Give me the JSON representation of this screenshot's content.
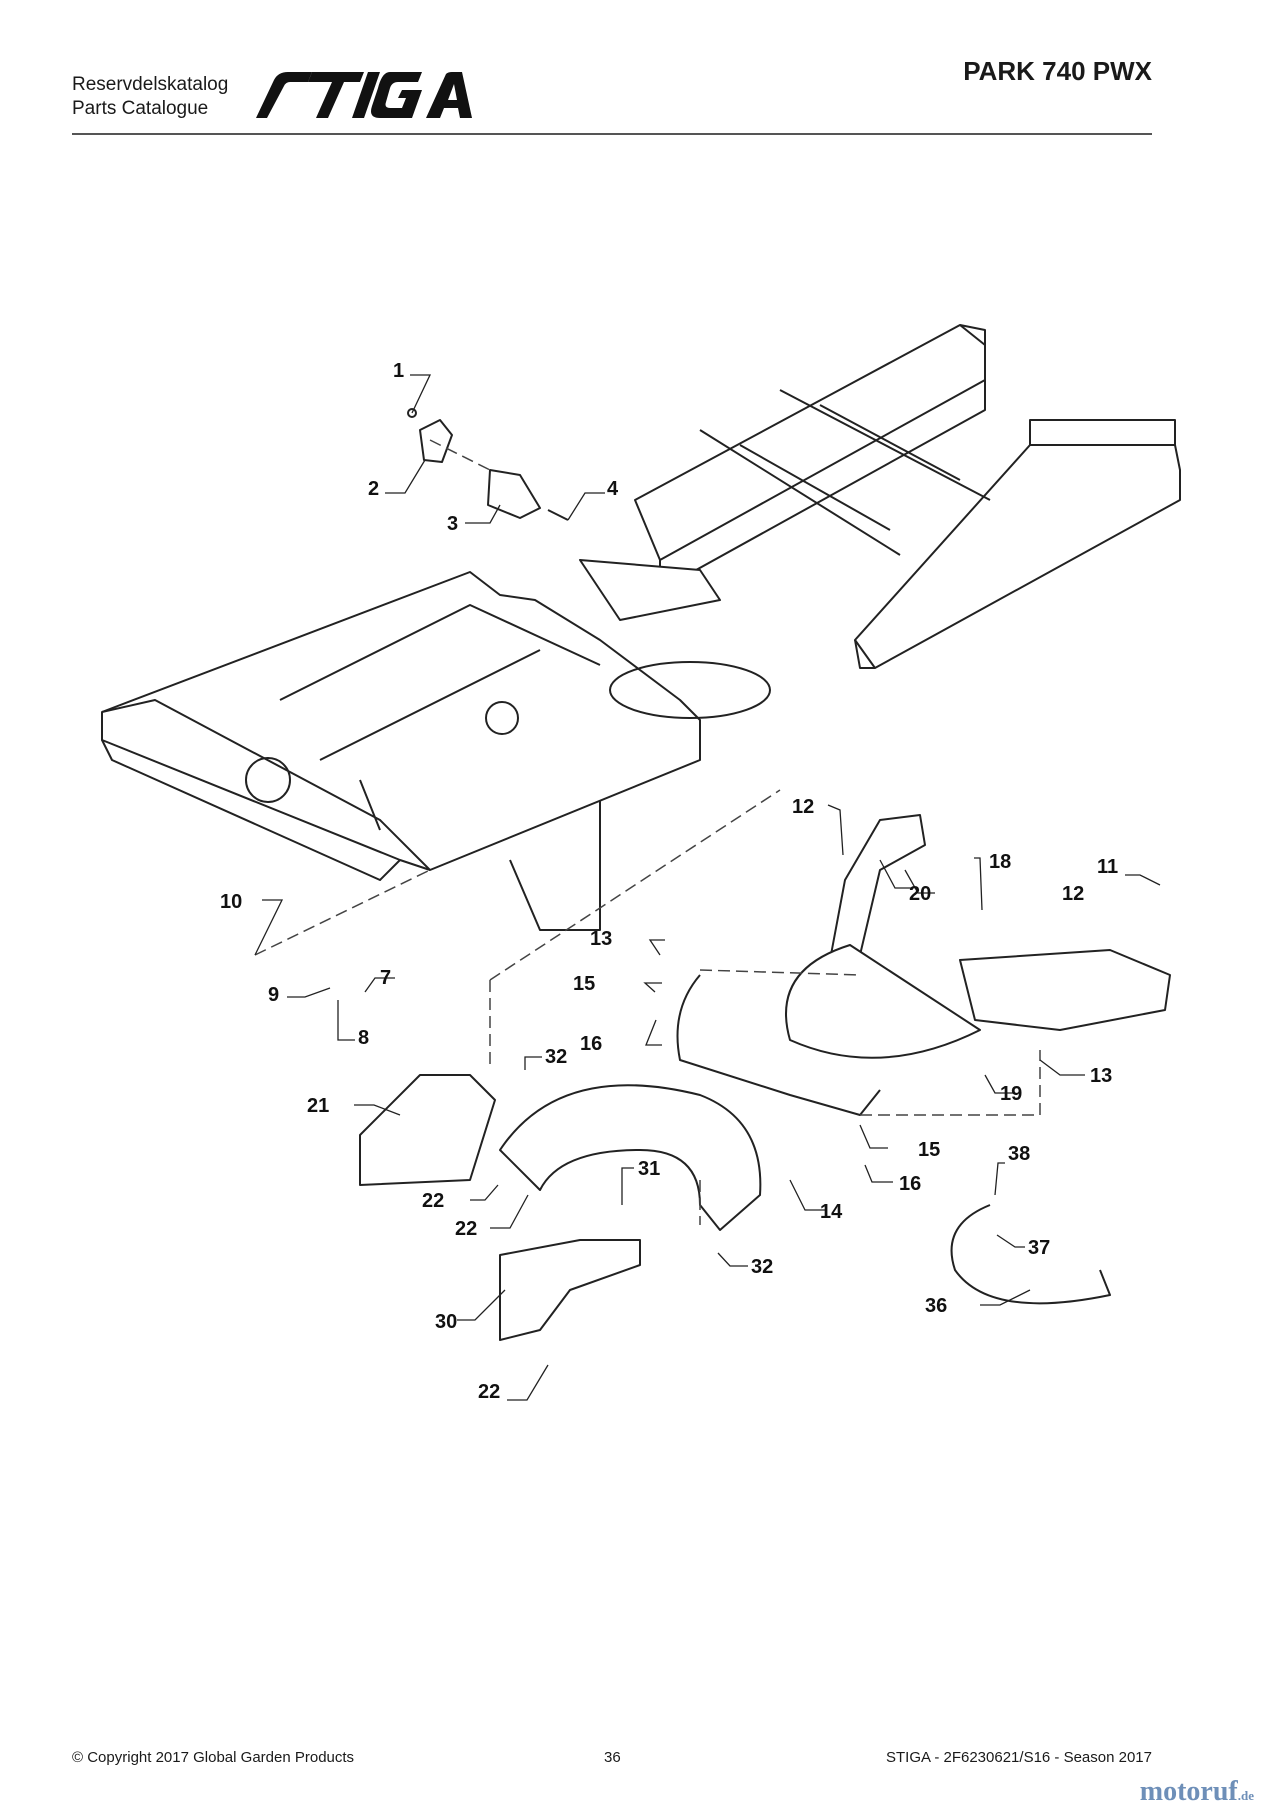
{
  "header": {
    "catalog_sv": "Reservdelskatalog",
    "catalog_en": "Parts Catalogue",
    "brand": "STIGA",
    "model": "PARK 740 PWX"
  },
  "callouts": [
    {
      "id": "c1",
      "label": "1"
    },
    {
      "id": "c2",
      "label": "2"
    },
    {
      "id": "c3",
      "label": "3"
    },
    {
      "id": "c4",
      "label": "4"
    },
    {
      "id": "c7",
      "label": "7"
    },
    {
      "id": "c8",
      "label": "8"
    },
    {
      "id": "c9",
      "label": "9"
    },
    {
      "id": "c10",
      "label": "10"
    },
    {
      "id": "c11",
      "label": "11"
    },
    {
      "id": "c12a",
      "label": "12"
    },
    {
      "id": "c12b",
      "label": "12"
    },
    {
      "id": "c13a",
      "label": "13"
    },
    {
      "id": "c13b",
      "label": "13"
    },
    {
      "id": "c14",
      "label": "14"
    },
    {
      "id": "c15a",
      "label": "15"
    },
    {
      "id": "c15b",
      "label": "15"
    },
    {
      "id": "c16a",
      "label": "16"
    },
    {
      "id": "c16b",
      "label": "16"
    },
    {
      "id": "c18",
      "label": "18"
    },
    {
      "id": "c19",
      "label": "19"
    },
    {
      "id": "c20",
      "label": "20"
    },
    {
      "id": "c21",
      "label": "21"
    },
    {
      "id": "c22a",
      "label": "22"
    },
    {
      "id": "c22b",
      "label": "22"
    },
    {
      "id": "c22c",
      "label": "22"
    },
    {
      "id": "c30",
      "label": "30"
    },
    {
      "id": "c31",
      "label": "31"
    },
    {
      "id": "c32a",
      "label": "32"
    },
    {
      "id": "c32b",
      "label": "32"
    },
    {
      "id": "c36",
      "label": "36"
    },
    {
      "id": "c37",
      "label": "37"
    },
    {
      "id": "c38",
      "label": "38"
    }
  ],
  "footer": {
    "copyright": "© Copyright 2017 Global Garden Products",
    "page": "36",
    "doc_ref": "STIGA - 2F6230621/S16 - Season 2017",
    "watermark": "motoruf",
    "watermark_tld": ".de"
  }
}
